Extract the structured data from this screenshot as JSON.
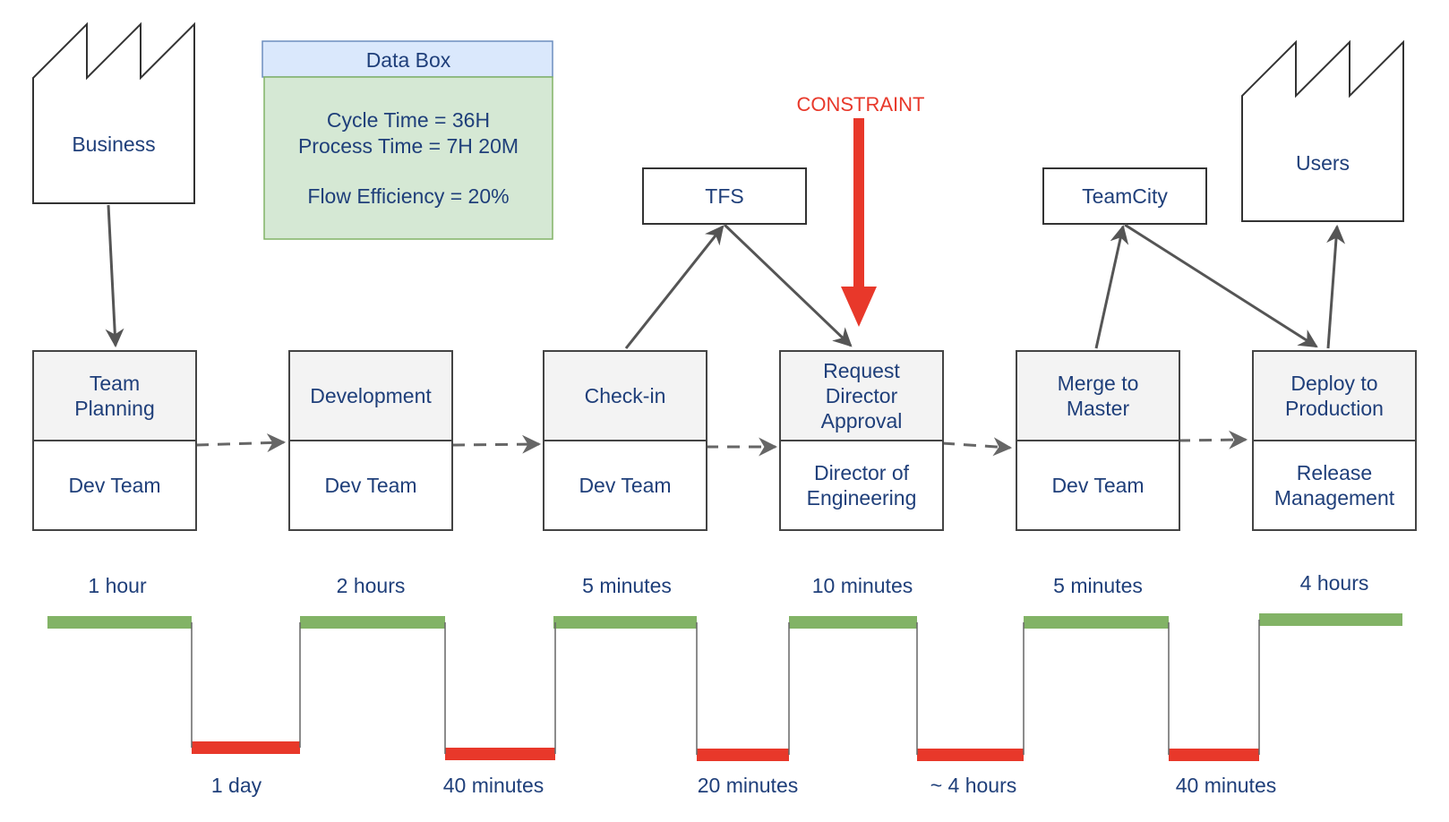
{
  "colors": {
    "text": "#1f3f7a",
    "constraint": "#e8382a",
    "value_add": "#82b366",
    "wait": "#e8382a",
    "data_box_header": "#dae8fc",
    "data_box_body": "#d5e8d4"
  },
  "business": {
    "label": "Business"
  },
  "users": {
    "label": "Users"
  },
  "data_box": {
    "title": "Data Box",
    "cycle_time": "Cycle Time = 36H",
    "process_time": "Process Time = 7H 20M",
    "flow_efficiency": "Flow Efficiency = 20%"
  },
  "constraint": {
    "label": "CONSTRAINT"
  },
  "tools": {
    "tfs": "TFS",
    "teamcity": "TeamCity"
  },
  "processes": [
    {
      "name": [
        "Team",
        "Planning"
      ],
      "owner": [
        "Dev Team"
      ],
      "process_time": "1 hour"
    },
    {
      "name": [
        "Development"
      ],
      "owner": [
        "Dev Team"
      ],
      "process_time": "2 hours"
    },
    {
      "name": [
        "Check-in"
      ],
      "owner": [
        "Dev Team"
      ],
      "process_time": "5 minutes"
    },
    {
      "name": [
        "Request",
        "Director",
        "Approval"
      ],
      "owner": [
        "Director of",
        "Engineering"
      ],
      "process_time": "10 minutes"
    },
    {
      "name": [
        "Merge to",
        "Master"
      ],
      "owner": [
        "Dev Team"
      ],
      "process_time": "5 minutes"
    },
    {
      "name": [
        "Deploy to",
        "Production"
      ],
      "owner": [
        "Release",
        "Management"
      ],
      "process_time": "4 hours"
    }
  ],
  "wait_times": [
    "1 day",
    "40 minutes",
    "20 minutes",
    "~ 4 hours",
    "40 minutes"
  ]
}
